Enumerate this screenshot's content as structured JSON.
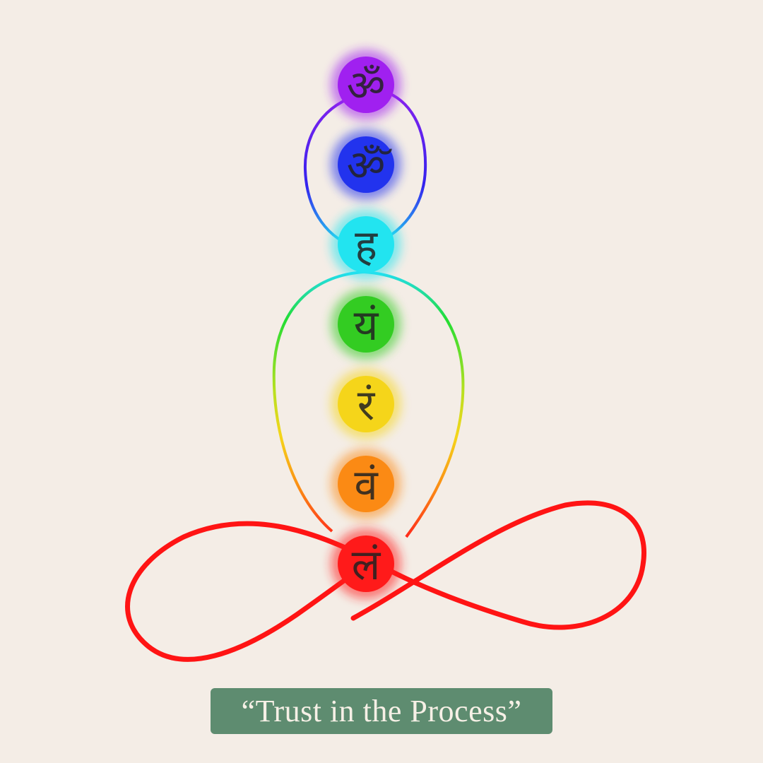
{
  "quote": "“Trust in the Process”",
  "chakras": [
    {
      "syllable": "ॐ",
      "color": "#a020f0"
    },
    {
      "syllable": "ॐ̆",
      "color": "#2233ee"
    },
    {
      "syllable": "ह",
      "color": "#22e4f0"
    },
    {
      "syllable": "यं",
      "color": "#33cc22"
    },
    {
      "syllable": "रं",
      "color": "#f5d51a"
    },
    {
      "syllable": "वं",
      "color": "#fb8a14"
    },
    {
      "syllable": "लं",
      "color": "#ff1a1a"
    }
  ],
  "colors": {
    "background": "#f4ede6",
    "caption_bg": "#5e8c70",
    "caption_text": "#f6f0e6"
  }
}
